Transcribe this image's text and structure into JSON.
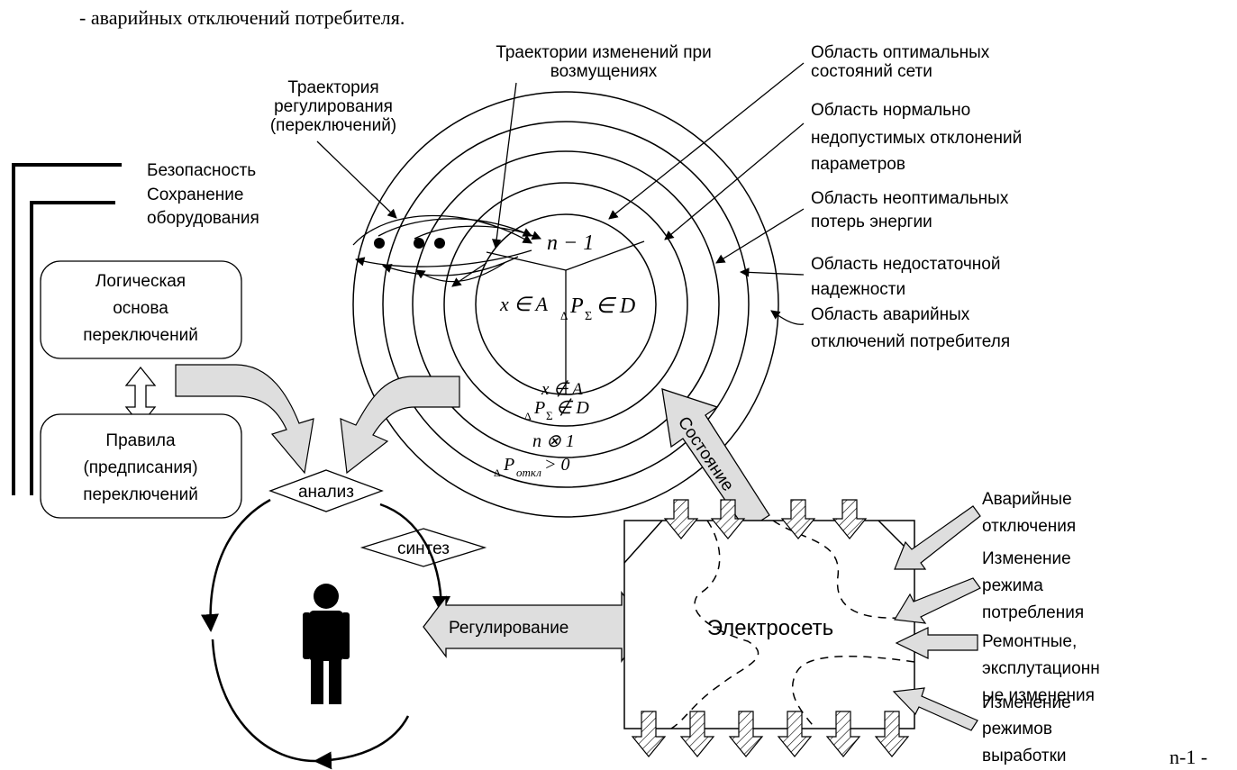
{
  "header_line": "- аварийных отключений потребителя.",
  "footer_note": "n-1 -",
  "trajectory_label": [
    "Траектория",
    "регулирования",
    "(переключений)"
  ],
  "disturbance_label": [
    "Траектории изменений при",
    "возмущениях"
  ],
  "region_labels": [
    [
      "Область оптимальных",
      "состояний сети"
    ],
    [
      "Область нормально",
      "недопустимых отклонений",
      "параметров"
    ],
    [
      "Область неоптимальных",
      "потерь энергии"
    ],
    [
      "Область недостаточной",
      "надежности"
    ],
    [
      "Область аварийных",
      "отключений потребителя"
    ]
  ],
  "criteria": [
    "Безопасность",
    "Сохранение",
    "оборудования"
  ],
  "logic_box": [
    "Логическая",
    "основа",
    "переключений"
  ],
  "rules_box": [
    "Правила",
    "(предписания)",
    "переключений"
  ],
  "math": {
    "n_minus_1": "n − 1",
    "x_in_A": "x ∈ A",
    "dP_in_D_delta": "Δ",
    "dP_in_D": "P",
    "dP_in_D_sub": "Σ",
    "dP_in_D_rest": " ∈ D",
    "x_notin_A": "x ∉ A",
    "dP_notin_D_delta": "Δ",
    "dP_notin_D": "P",
    "dP_notin_D_sub": "Σ",
    "dP_notin_D_rest": " ∉ D",
    "n_otimes_1": "n ⊗ 1",
    "dP_otkl_delta": "Δ",
    "dP_otkl": "P",
    "dP_otkl_sub": "откл",
    "dP_otkl_rest": " > 0"
  },
  "analysis_label": "анализ",
  "synthesis_label": "синтез",
  "regulation_label": "Регулирование",
  "state_label": "Состояние",
  "network_label": "Электросеть",
  "disturbances": [
    [
      "Аварийные",
      "отключения"
    ],
    [
      "Изменение",
      "режима",
      "потребления"
    ],
    [
      "Ремонтные,",
      "эксплутационн",
      "ые изменения"
    ],
    [
      "Изменение",
      "режимов",
      "выработки"
    ]
  ]
}
